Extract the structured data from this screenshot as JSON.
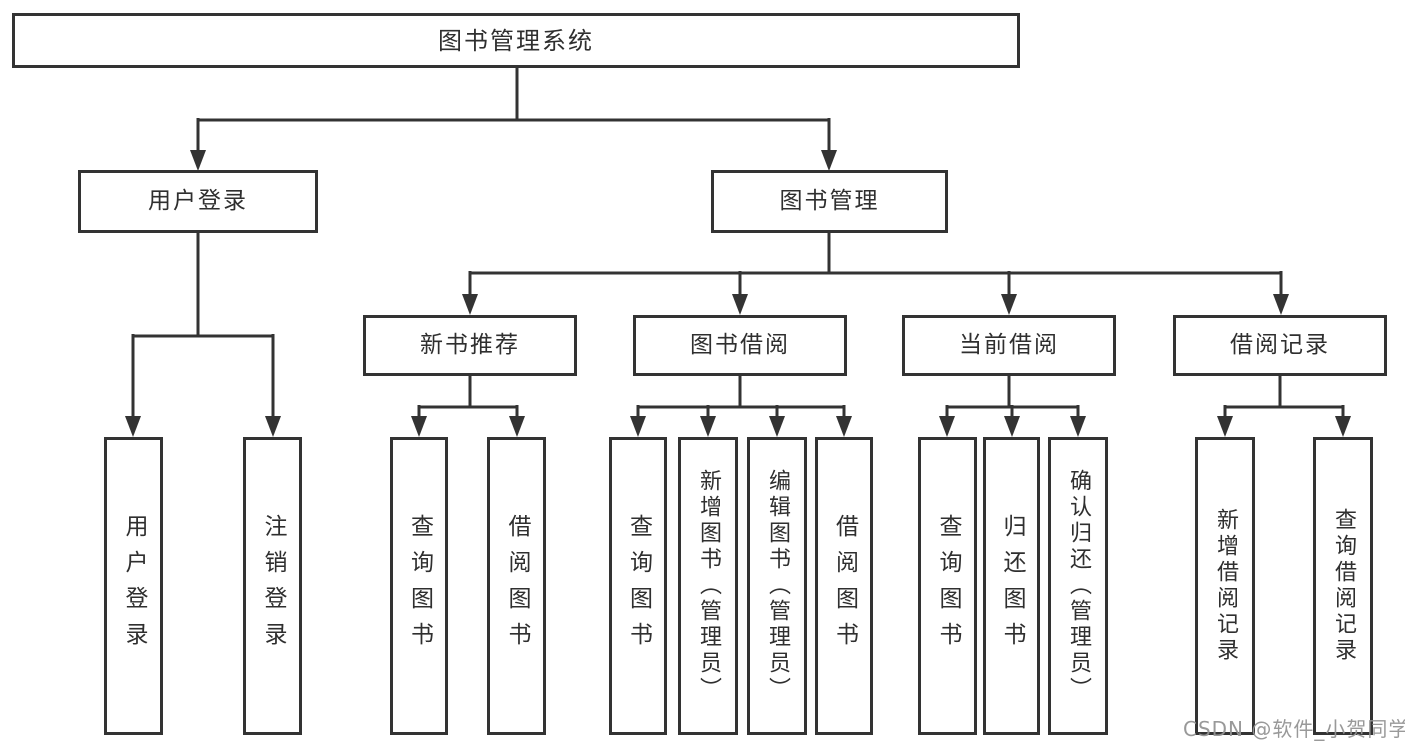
{
  "diagram": {
    "tree": {
      "label": "图书管理系统",
      "children": [
        {
          "label": "用户登录",
          "children": [
            {
              "label": "用户登录"
            },
            {
              "label": "注销登录"
            }
          ]
        },
        {
          "label": "图书管理",
          "children": [
            {
              "label": "新书推荐",
              "children": [
                {
                  "label": "查询图书"
                },
                {
                  "label": "借阅图书"
                }
              ]
            },
            {
              "label": "图书借阅",
              "children": [
                {
                  "label": "查询图书"
                },
                {
                  "label": "新增图书（管理员）"
                },
                {
                  "label": "编辑图书（管理员）"
                },
                {
                  "label": "借阅图书"
                }
              ]
            },
            {
              "label": "当前借阅",
              "children": [
                {
                  "label": "查询图书"
                },
                {
                  "label": "归还图书"
                },
                {
                  "label": "确认归还（管理员）"
                }
              ]
            },
            {
              "label": "借阅记录",
              "children": [
                {
                  "label": "新增借阅记录"
                },
                {
                  "label": "查询借阅记录"
                }
              ]
            }
          ]
        }
      ]
    },
    "watermark": "CSDN @软件_小贺同学",
    "colors": {
      "line": "#333333",
      "box_border": "#333333",
      "text": "#2f2f2f",
      "watermark": "#949494",
      "background": "#ffffff"
    }
  }
}
